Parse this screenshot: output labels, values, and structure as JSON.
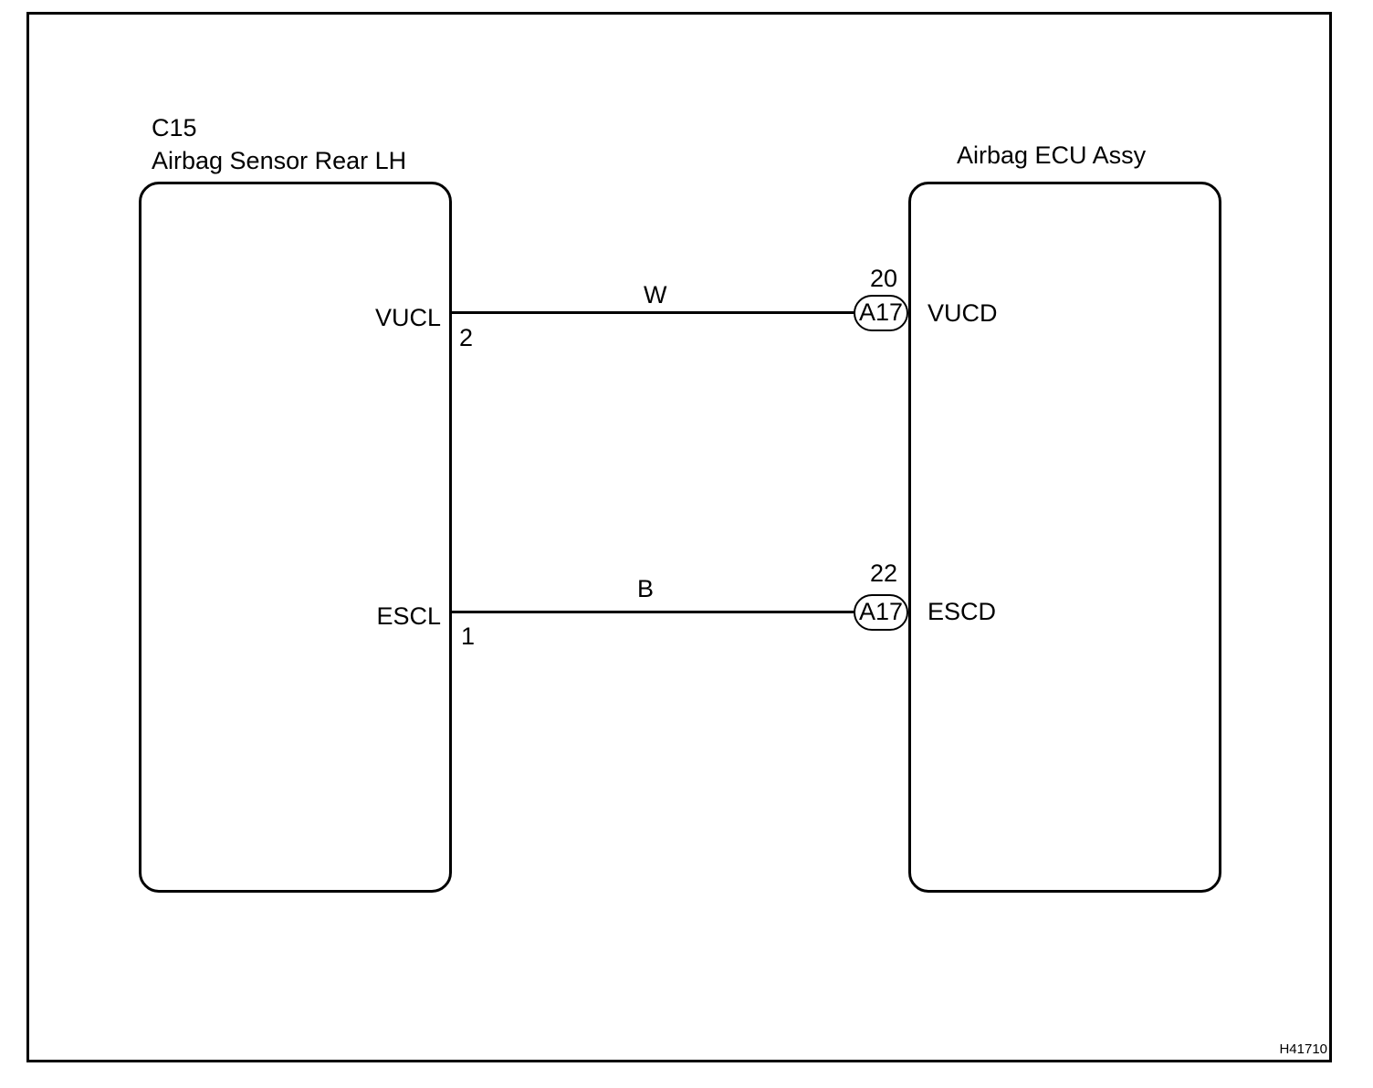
{
  "left_component": {
    "code": "C15",
    "name": "Airbag Sensor Rear LH",
    "terminals": [
      {
        "signal": "VUCL",
        "pin": "2"
      },
      {
        "signal": "ESCL",
        "pin": "1"
      }
    ]
  },
  "right_component": {
    "name": "Airbag ECU Assy",
    "terminals": [
      {
        "signal": "VUCD",
        "pin": "20",
        "connector": "A17"
      },
      {
        "signal": "ESCD",
        "pin": "22",
        "connector": "A17"
      }
    ]
  },
  "wires": [
    {
      "color": "W"
    },
    {
      "color": "B"
    }
  ],
  "figure_code": "H41710"
}
